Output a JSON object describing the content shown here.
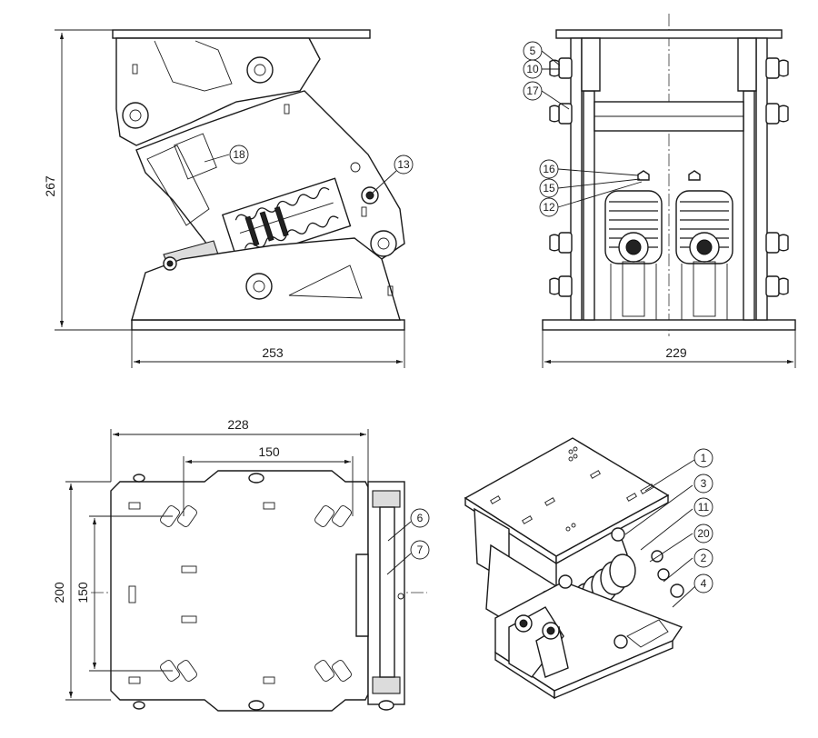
{
  "dimensions": {
    "side_height": "267",
    "side_width": "253",
    "front_width": "229",
    "top_width_outer": "228",
    "top_width_inner": "150",
    "top_height_outer": "200",
    "top_height_inner": "150"
  },
  "callouts": {
    "side": [
      "18",
      "13"
    ],
    "front": [
      "5",
      "10",
      "17",
      "16",
      "15",
      "12"
    ],
    "top": [
      "6",
      "7"
    ],
    "iso": [
      "1",
      "3",
      "11",
      "20",
      "2",
      "4"
    ]
  }
}
